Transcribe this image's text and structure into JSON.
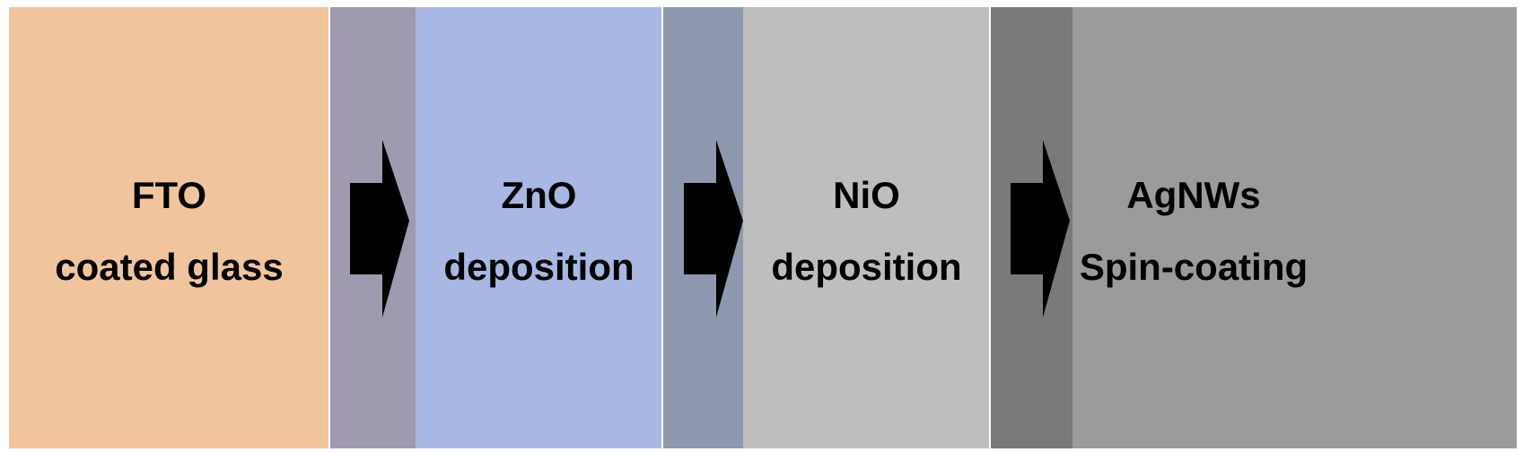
{
  "steps": [
    {
      "line1": "FTO",
      "line2": "coated glass",
      "color": "#F0C49C"
    },
    {
      "line1": "ZnO",
      "line2": "deposition",
      "color": "#A8B8E2"
    },
    {
      "line1": "NiO",
      "line2": "deposition",
      "color": "#BEBEBE"
    },
    {
      "line1": "AgNWs",
      "line2": "Spin-coating",
      "color": "#9C9B9B"
    }
  ],
  "connectors": [
    {
      "color": "#9F9AB0"
    },
    {
      "color": "#8E98AE"
    },
    {
      "color": "#7B7A7A"
    }
  ],
  "arrow_color": "#000000"
}
